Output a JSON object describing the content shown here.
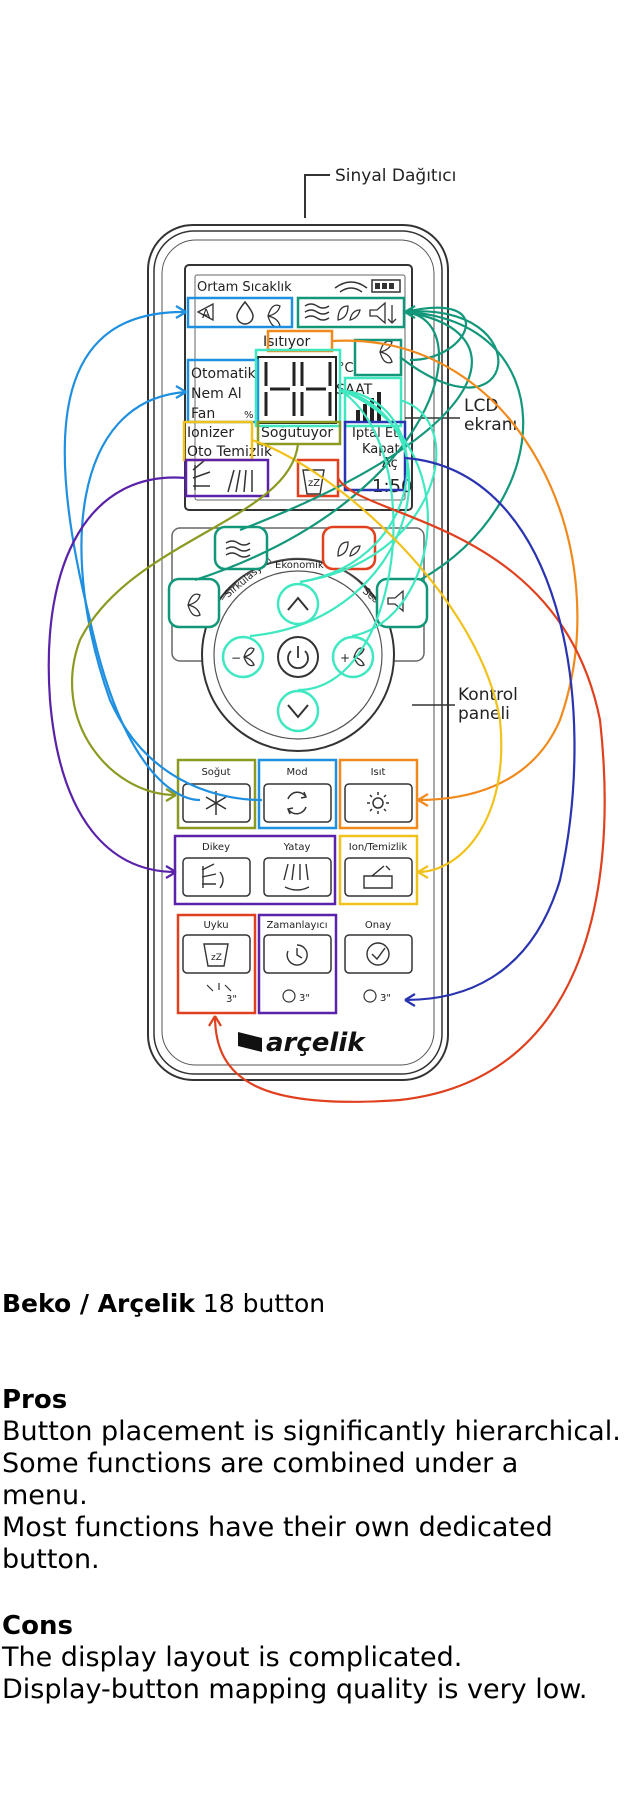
{
  "caption": {
    "brand": "Beko / Arçelik",
    "count": "18 button",
    "pros_title": "Pros",
    "pros": [
      "Button placement is significantly hierarchical.",
      "Some functions are combined under a",
      "menu.",
      "Most functions have their own dedicated",
      "button."
    ],
    "cons_title": "Cons",
    "cons": [
      "The display layout is complicated.",
      "Display-button mapping quality is very low."
    ]
  },
  "callouts": {
    "signal": "Sinyal Dağıtıcı",
    "lcd_1": "LCD",
    "lcd_2": "ekranı",
    "panel_1": "Kontrol",
    "panel_2": "paneli"
  },
  "lcd": {
    "ambient": "Ortam Sıcaklık",
    "heating": "Isıtıyor",
    "auto": "Otomatik",
    "dry": "Nem Al",
    "fan": "Fan",
    "percent": "%",
    "saat": "SAAT",
    "deg": "°C",
    "ionizer": "Ionizer",
    "autoclean": "Oto Temizlik",
    "cooling": "Soğutuyor",
    "cancel": "Iptal Et",
    "off": "Kapat",
    "on": "Aç"
  },
  "nav": {
    "arc_left": "Sirkülasyon",
    "arc_mid": "Ekonomik",
    "arc_right": "Sessiz"
  },
  "buttons": {
    "cool": "Soğut",
    "mode": "Mod",
    "heat": "Isıt",
    "vertical": "Dikey",
    "horizontal": "Yatay",
    "ion": "Ion/Temizlik",
    "sleep": "Uyku",
    "timer": "Zamanlayıcı",
    "confirm": "Onay",
    "sleep_sub": "3\"",
    "timer_sub": "3\"",
    "confirm_sub": "3\""
  },
  "logo": "arçelik",
  "colors": {
    "blue": "#1f8fe0",
    "teal": "#12977a",
    "mint": "#3fe8c0",
    "orange": "#f08a1c",
    "yellow": "#f2c21c",
    "olive": "#8c9a22",
    "purple": "#5a22a8",
    "red": "#e0401e",
    "navy": "#2a34b0"
  }
}
